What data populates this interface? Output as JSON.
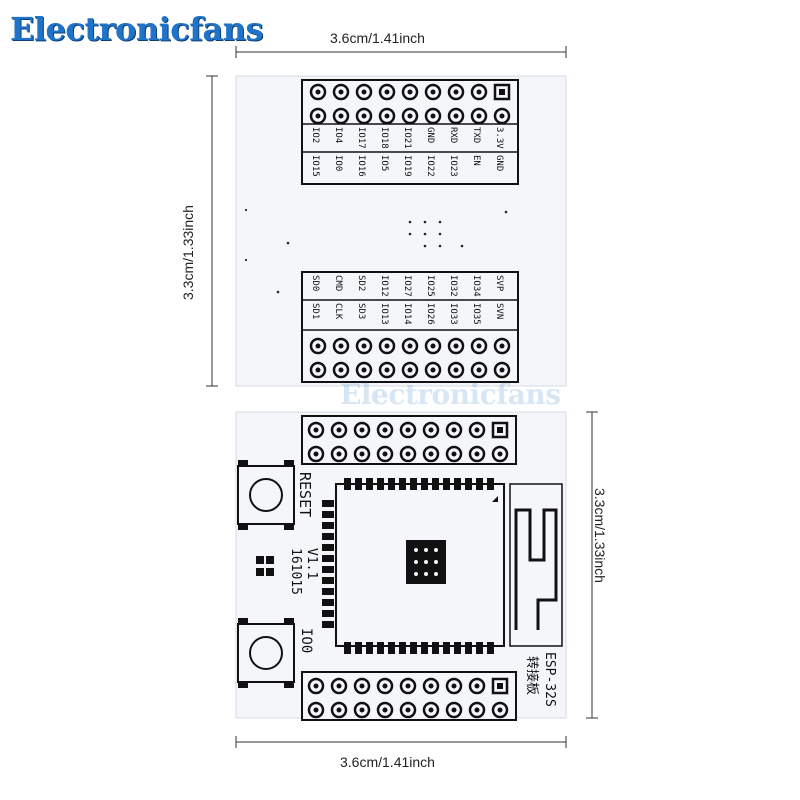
{
  "brand": {
    "name": "Electronicfans",
    "watermark": "Electronicfans"
  },
  "dimensions": {
    "top_width": "3.6cm/1.41inch",
    "top_height": "3.3cm/1.33inch",
    "bottom_width": "3.6cm/1.41inch",
    "bottom_height": "3.3cm/1.33inch"
  },
  "top_board": {
    "header_top_row1": [
      "IO2",
      "IO4",
      "IO17",
      "IO18",
      "IO21",
      "GND",
      "RXD",
      "TXD",
      "3.3V"
    ],
    "header_top_row2": [
      "IO15",
      "IO0",
      "IO16",
      "IO5",
      "IO19",
      "IO22",
      "IO23",
      "EN",
      "GND"
    ],
    "header_bottom_row1": [
      "SD0",
      "CMD",
      "SD2",
      "IO12",
      "IO27",
      "IO25",
      "IO32",
      "IO34",
      "SVP"
    ],
    "header_bottom_row2": [
      "SD1",
      "CLK",
      "SD3",
      "IO13",
      "IO14",
      "IO26",
      "IO33",
      "IO35",
      "SVN"
    ]
  },
  "bottom_board": {
    "button_top_label": "RESET",
    "button_bottom_label": "IO0",
    "version": "V1.1",
    "date": "161015",
    "module_label": "ESP-32S",
    "module_sub": "转接板"
  },
  "colors": {
    "board": "#f4f6fa",
    "mask": "#111111",
    "brand": "#1f73c8"
  }
}
